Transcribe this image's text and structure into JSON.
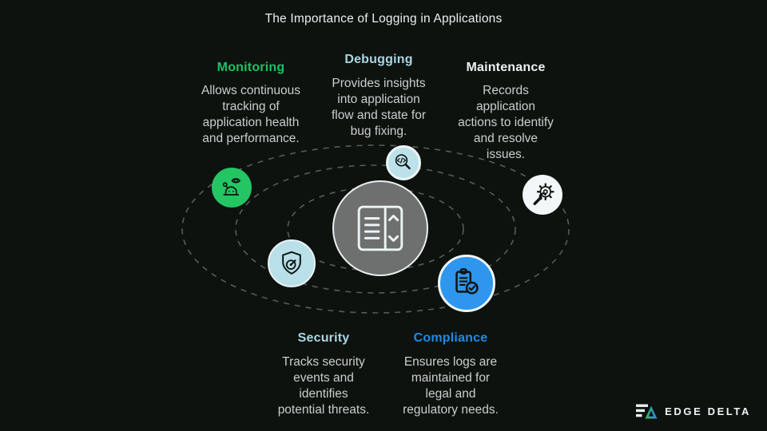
{
  "title": "The Importance of Logging in Applications",
  "colors": {
    "bg": "#0e120e",
    "title-color": "#e8f0f2",
    "body-color": "#c9cecf",
    "orbit-color": "#565c59",
    "monitoring": "#16c465",
    "debugging": "#a9d6e4",
    "maintenance": "#eef2f2",
    "security": "#a9d6e4",
    "compliance": "#1f8ae8",
    "monitoring-fill": "#24c563",
    "debugging-fill": "#bce1ea",
    "maintenance-fill": "#f4f7f7",
    "security-fill": "#b9dfe9",
    "compliance-fill": "#2e96ee",
    "center-fill": "#6d706e",
    "center-stroke": "#e8f0f1",
    "icon-ink": "#0d1411",
    "logo-text-color": "#eef3f4",
    "logo-green": "#3cb94e",
    "logo-blue": "#2f80ef"
  },
  "sections": {
    "monitoring": {
      "label": "Monitoring",
      "body": "Allows continuous\ntracking of\napplication health\nand performance.",
      "icon": "eye-person-icon"
    },
    "debugging": {
      "label": "Debugging",
      "body": "Provides insights\ninto application\nflow and state for\nbug fixing.",
      "icon": "code-magnifier-icon"
    },
    "maintenance": {
      "label": "Maintenance",
      "body": "Records\napplication\nactions to identify\nand resolve\nissues.",
      "icon": "gear-wrench-icon"
    },
    "security": {
      "label": "Security",
      "body": "Tracks security\nevents and\nidentifies\npotential threats.",
      "icon": "shield-gauge-icon"
    },
    "compliance": {
      "label": "Compliance",
      "body": "Ensures logs are\nmaintained for\nlegal and\nregulatory needs.",
      "icon": "clipboard-check-icon"
    }
  },
  "center": {
    "icon": "log-list-icon"
  },
  "logo": {
    "text": "EDGE DELTA"
  }
}
